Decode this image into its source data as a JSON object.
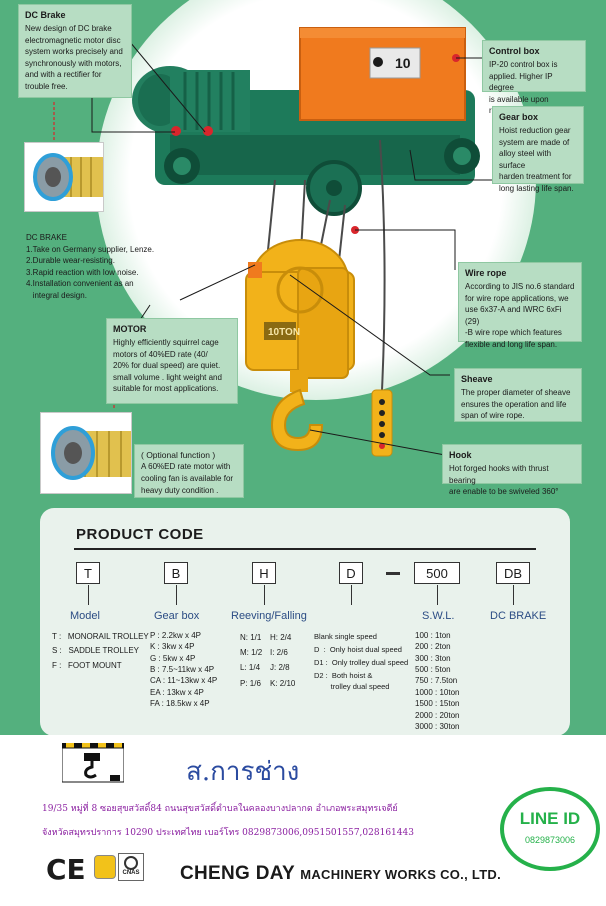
{
  "callouts": {
    "dc_brake_title": "DC Brake",
    "dc_brake_lines": [
      "New design of DC brake",
      "electromagnetic motor disc",
      "system works precisely and",
      "synchronously with motors,",
      "and with a rectifier for",
      "trouble free."
    ],
    "control_box_title": "Control box",
    "control_box_lines": [
      "IP-20 control box is",
      "applied. Higher IP degree",
      "is available upon request."
    ],
    "gear_box_title": "Gear box",
    "gear_box_lines": [
      "Hoist reduction gear",
      "system are made of",
      "alloy steel with surface",
      "harden treatment for",
      "long lasting life span."
    ],
    "dc_brake2_title": "DC BRAKE",
    "dc_brake2_lines": [
      "1.Take on Germany supplier, Lenze.",
      "2.Durable wear-resisting.",
      "3.Rapid reaction with low noise.",
      "4.Installation convenient as an",
      "   integral design."
    ],
    "wire_rope_title": "Wire rope",
    "wire_rope_lines": [
      "According to JIS no.6 standard",
      "for wire rope applications, we",
      "use 6x37-A and IWRC 6xFi (29)",
      "-B wire rope which features",
      "flexible and long life span."
    ],
    "motor_title": "MOTOR",
    "motor_lines": [
      "Highly efficiently squirrel cage",
      "motors of 40%ED rate (40/",
      "20% for dual speed) are quiet.",
      "small volume . light weight and",
      "suitable for most applications."
    ],
    "sheave_title": "Sheave",
    "sheave_lines": [
      "The proper diameter of sheave",
      "ensures the operation and life",
      "span of wire rope."
    ],
    "optional_title": "( Optional function )",
    "optional_lines": [
      "A 60%ED rate motor with",
      "cooling fan is available for",
      "heavy duty condition ."
    ],
    "hook_title": "Hook",
    "hook_lines": [
      "Hot forged hooks with thrust bearing",
      "are enable to be swiveled 360°"
    ]
  },
  "hoist": {
    "block_label": "10TON",
    "box_label": "10"
  },
  "product_code": {
    "title": "PRODUCT CODE",
    "codes": [
      "T",
      "B",
      "H",
      "D",
      "500",
      "DB"
    ],
    "headings": [
      "Model",
      "Gear box",
      "Reeving/Falling",
      "S.W.L.",
      "DC BRAKE"
    ],
    "model": [
      "T :   MONORAIL TROLLEY",
      "S :   SADDLE TROLLEY",
      "F :   FOOT MOUNT"
    ],
    "gear": [
      "P : 2.2kw x 4P",
      "K : 3kw x 4P",
      "G : 5kw x 4P",
      "B : 7.5~11kw x 4P",
      "CA : 11~13kw x 4P",
      "EA : 13kw x 4P",
      "FA : 18.5kw x 4P"
    ],
    "reeving_a": [
      "N: 1/1",
      "M: 1/2",
      "L: 1/4",
      "P: 1/6"
    ],
    "reeving_b": [
      "H: 2/4",
      "I: 2/6",
      "J: 2/8",
      "K: 2/10"
    ],
    "speed": [
      "Blank single speed",
      "D  :  Only hoist dual speed",
      "D1 :  Only trolley dual speed",
      "D2 :  Both hoist &",
      "        trolley dual speed"
    ],
    "swl": [
      "100 : 1ton",
      "200 : 2ton",
      "300 : 3ton",
      "500 : 5ton",
      "750 : 7.5ton",
      "1000 : 10ton",
      "1500 : 15ton",
      "2000 : 20ton",
      "3000 : 30ton"
    ]
  },
  "footer": {
    "thai_name": "ส.การช่าง",
    "address_1": "19/35 หมู่ที่ 8 ซอยสุขสวัสดิ์84 ถนนสุขสวัสดิ์ตำบลในคลองบางปลากด อำเภอพระสมุทรเจดีย์",
    "address_2": "จังหวัดสมุทรปราการ 10290 ประเทศไทย    เบอร์โทร 0829873006,0951501557,028161443",
    "line_label": "LINE ID",
    "line_number": "0829873006",
    "company_main": "CHENG DAY",
    "company_sub": "MACHINERY WORKS CO., LTD.",
    "ce_mark": "CE",
    "cert_label": "CNAS"
  },
  "colors": {
    "background_green": "#54b07e",
    "orange": "#f07a1e",
    "yellow": "#f2b21a",
    "machine_green": "#1d7a5a"
  }
}
